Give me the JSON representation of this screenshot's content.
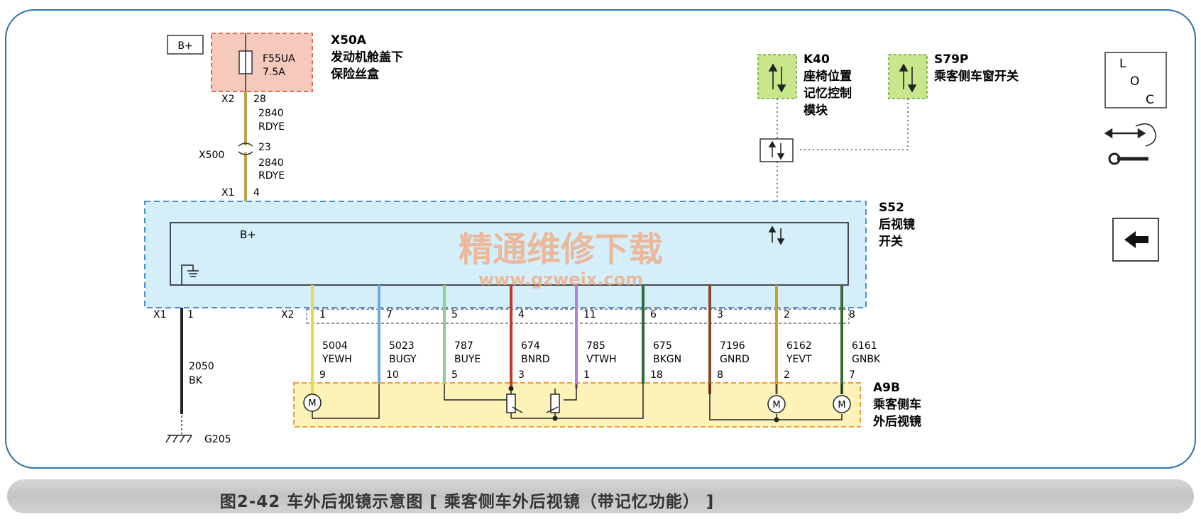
{
  "power": {
    "label": "B+"
  },
  "fuse_box": {
    "id": "X50A",
    "name_line1": "发动机舱盖下",
    "name_line2": "保险丝盒",
    "fuse_line1": "F55UA",
    "fuse_line2": "7.5A"
  },
  "feed": {
    "x2": "X2",
    "x2_pin": "28",
    "wire1_num": "2840",
    "wire1_color": "RDYE",
    "x500": "X500",
    "x500_pin": "23",
    "wire2_num": "2840",
    "wire2_color": "RDYE",
    "x1": "X1",
    "x1_pin": "4"
  },
  "k40": {
    "id": "K40",
    "line1": "座椅位置",
    "line2": "记忆控制",
    "line3": "模块"
  },
  "s79p": {
    "id": "S79P",
    "line1": "乘客侧车窗开关"
  },
  "s52": {
    "id": "S52",
    "line1": "后视镜",
    "line2": "开关",
    "bplus": "B+"
  },
  "watermark": {
    "line1": "精通维修下载",
    "line2": "www.gzweix.com"
  },
  "ground": {
    "x1": "X1",
    "pin": "1",
    "wire_num": "2050",
    "wire_color": "BK",
    "point": "G205"
  },
  "connector": {
    "x2": "X2"
  },
  "wires": [
    {
      "top": "1",
      "num": "5004",
      "color": "YEWH",
      "bottom": "9",
      "hex": "#e8d84a"
    },
    {
      "top": "7",
      "num": "5023",
      "color": "BUGY",
      "bottom": "10",
      "hex": "#6fa8e0"
    },
    {
      "top": "5",
      "num": "787",
      "color": "BUYE",
      "bottom": "5",
      "hex": "#8fd08a"
    },
    {
      "top": "4",
      "num": "674",
      "color": "BNRD",
      "bottom": "3",
      "hex": "#c0392b"
    },
    {
      "top": "11",
      "num": "785",
      "color": "VTWH",
      "bottom": "1",
      "hex": "#b77fd6"
    },
    {
      "top": "6",
      "num": "675",
      "color": "BKGN",
      "bottom": "18",
      "hex": "#2e6b3a"
    },
    {
      "top": "3",
      "num": "7196",
      "color": "GNRD",
      "bottom": "8",
      "hex": "#8a4a2a"
    },
    {
      "top": "2",
      "num": "6162",
      "color": "YEVT",
      "bottom": "2",
      "hex": "#c9a227"
    },
    {
      "top": "8",
      "num": "6161",
      "color": "GNBK",
      "bottom": "7",
      "hex": "#3a6b35"
    }
  ],
  "a9b": {
    "id": "A9B",
    "line1": "乘客侧车",
    "line2": "外后视镜",
    "motor": "M"
  },
  "loc": {
    "l": "L",
    "o": "O",
    "c": "C"
  },
  "caption": "图2-42   车外后视镜示意图 [ 乘客侧车外后视镜（带记忆功能） ]",
  "colors": {
    "frame": "#2f6fa8",
    "s52_fill": "#d4eefa",
    "fuse_fill": "#f6c9bd",
    "switch_fill": "#c8e68c",
    "a9b_fill": "#fdf3b8",
    "feed_wire": "#bfa150"
  }
}
